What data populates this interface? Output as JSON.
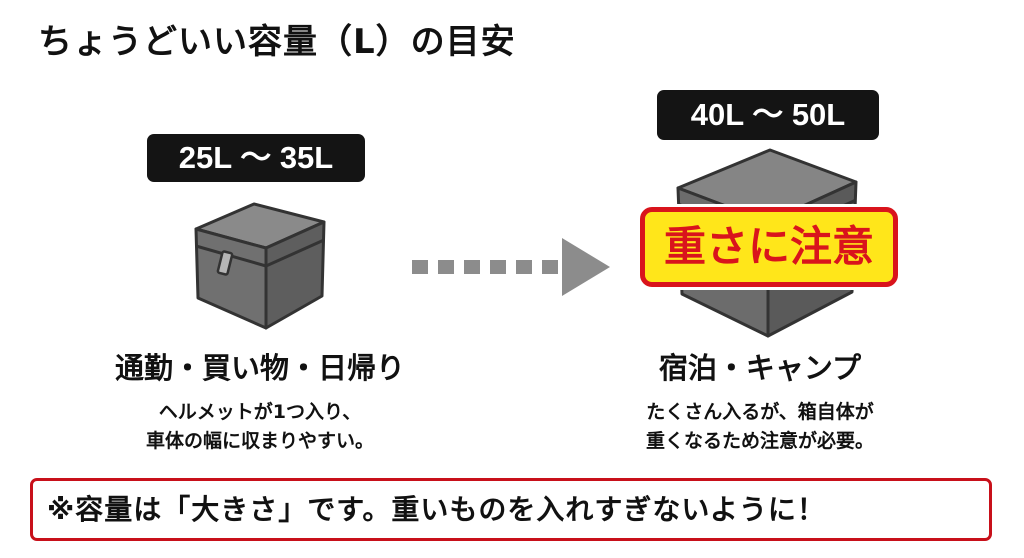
{
  "title": "ちょうどいい容量（L）の目安",
  "left": {
    "range": "25L 〜 35L",
    "heading": "通勤・買い物・日帰り",
    "desc_line1": "ヘルメットが1つ入り、",
    "desc_line2": "車体の幅に収まりやすい。",
    "icon": "small-box-icon"
  },
  "right": {
    "range": "40L 〜 50L",
    "caution": "重さに注意",
    "heading": "宿泊・キャンプ",
    "desc_line1": "たくさん入るが、箱自体が",
    "desc_line2": "重くなるため注意が必要。",
    "icon": "large-box-icon"
  },
  "arrow_icon": "dotted-right-arrow-icon",
  "notice": "※容量は「大きさ」です。重いものを入れすぎないように！",
  "colors": {
    "accent_red": "#d9141c",
    "caution_yellow": "#ffe61a",
    "badge_black": "#141414",
    "box_gray": "#6e6e6e"
  }
}
